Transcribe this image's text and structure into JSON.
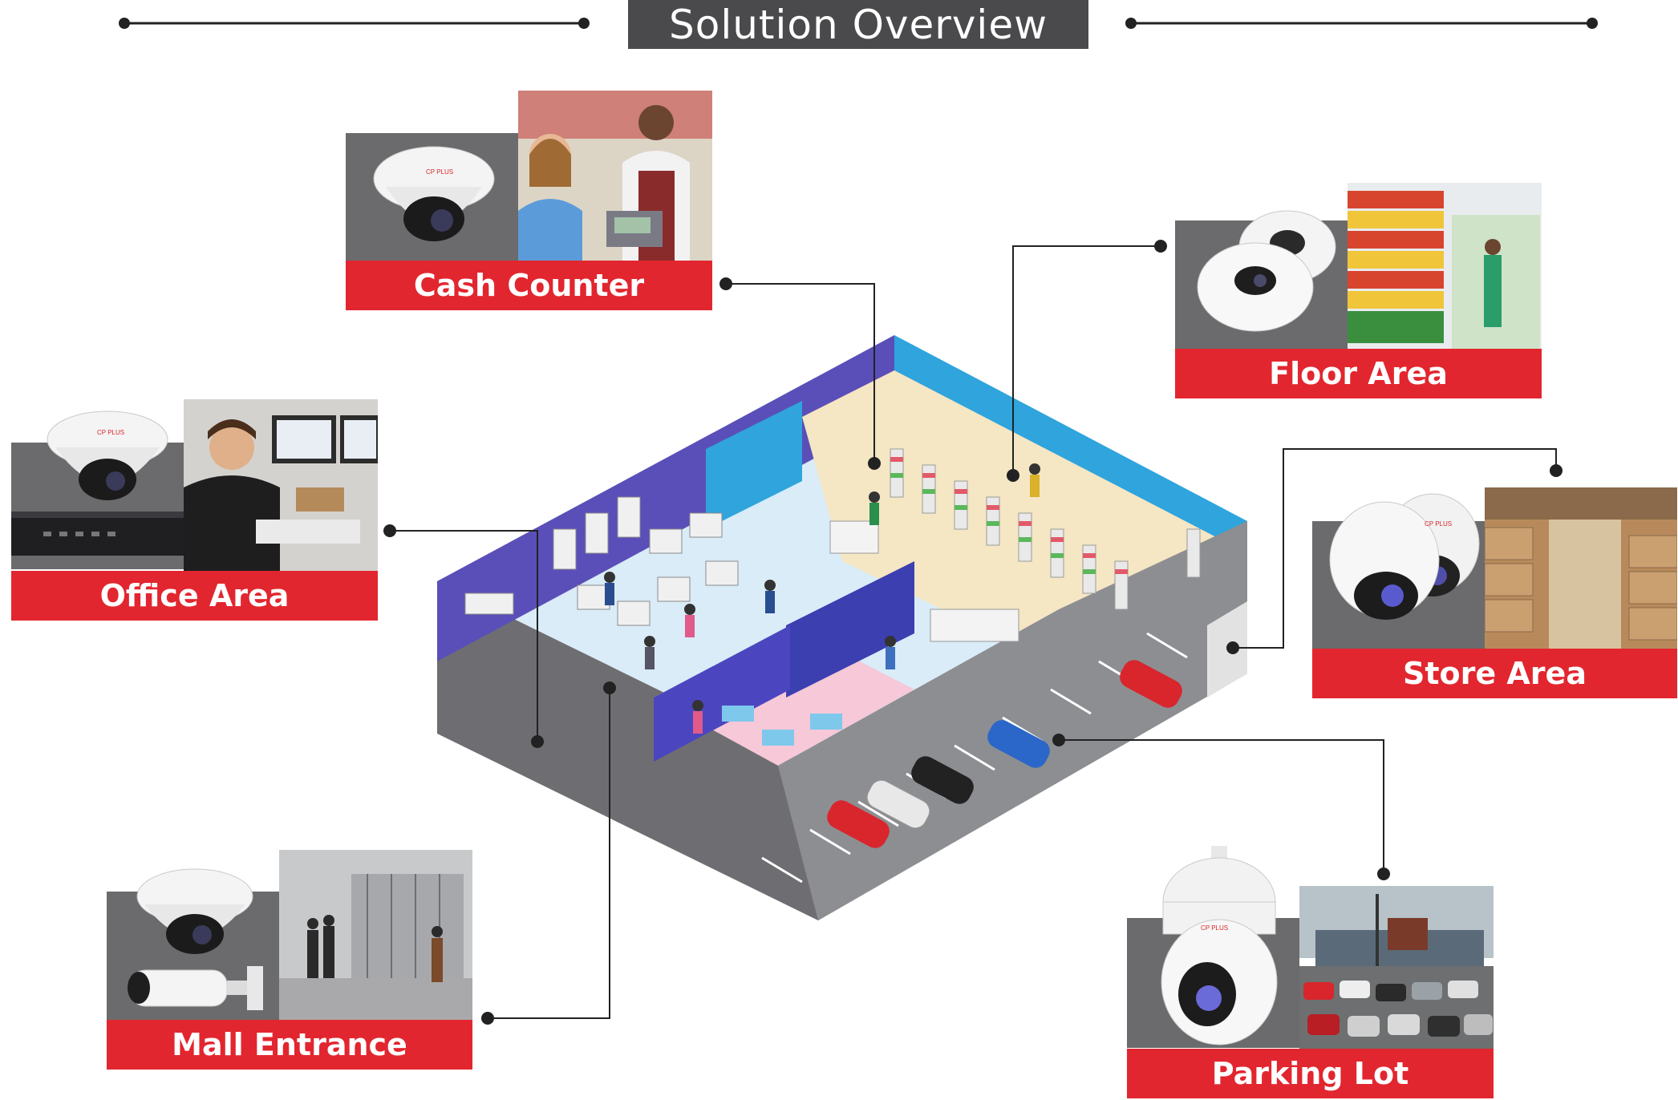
{
  "header": {
    "title": "Solution Overview"
  },
  "zones": [
    {
      "key": "cash-counter",
      "label": "Cash Counter"
    },
    {
      "key": "floor-area",
      "label": "Floor Area"
    },
    {
      "key": "office-area",
      "label": "Office Area"
    },
    {
      "key": "store-area",
      "label": "Store Area"
    },
    {
      "key": "mall-entrance",
      "label": "Mall Entrance"
    },
    {
      "key": "parking-lot",
      "label": "Parking Lot"
    }
  ],
  "colors": {
    "label_red": "#e2262f",
    "title_gray": "#4a4a4c",
    "panel_gray": "#6b6b6d",
    "connector": "#222222"
  },
  "icons": [
    "dome-camera-icon",
    "ptz-camera-icon",
    "fisheye-camera-icon",
    "bullet-camera-icon",
    "dvr-recorder-icon"
  ]
}
